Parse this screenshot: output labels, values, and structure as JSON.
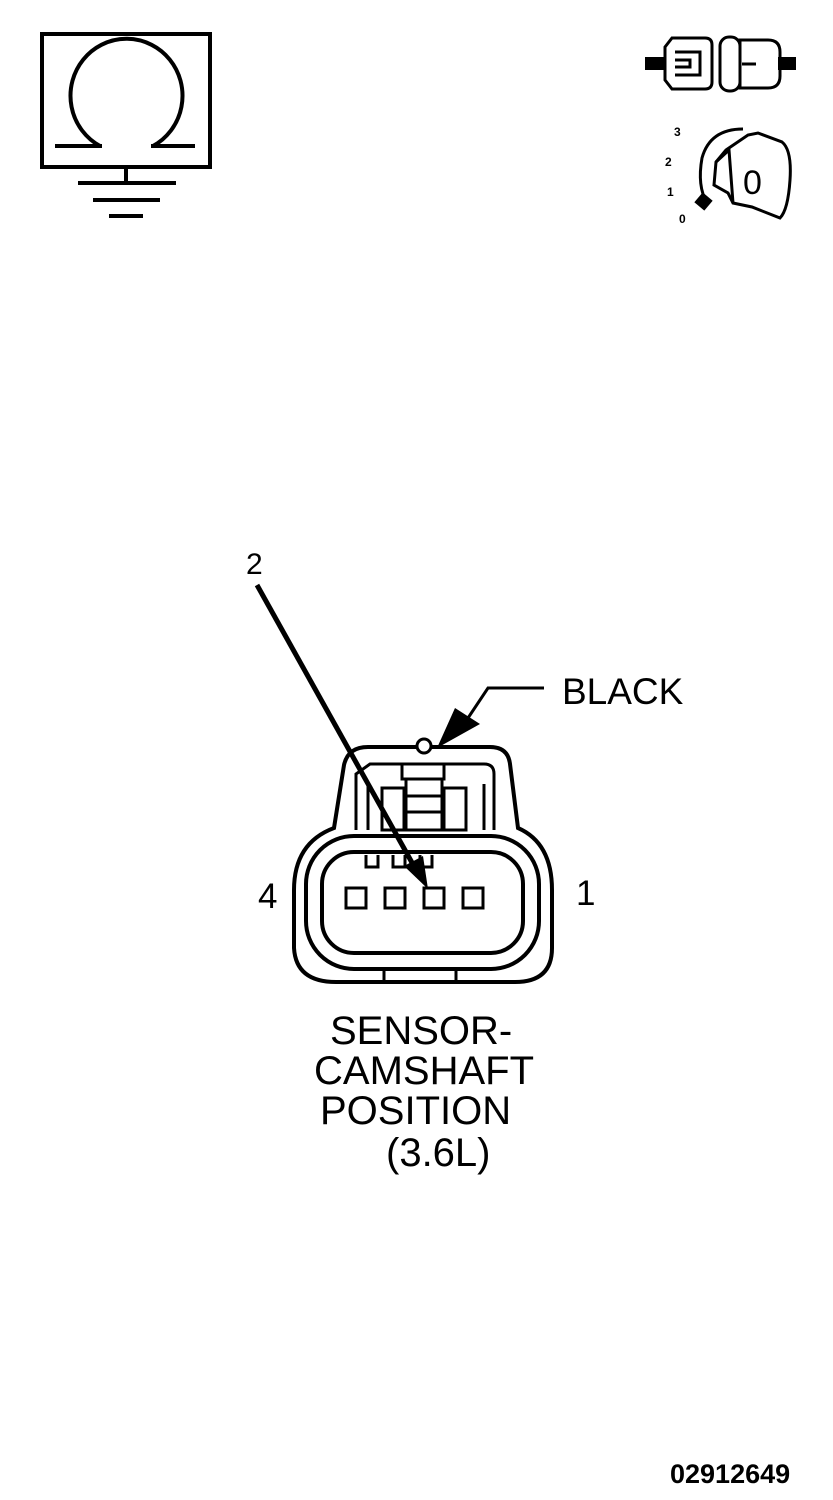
{
  "icons": {
    "ohmmeter": "ohmmeter-ground-icon",
    "connector": "connector-disconnect-icon",
    "ignition": "ignition-key-off-icon"
  },
  "ignition": {
    "positions": [
      "3",
      "2",
      "1",
      "0"
    ],
    "key_label": "0"
  },
  "connector": {
    "color_label": "BLACK",
    "pin_callout": "2",
    "pin_left": "4",
    "pin_right": "1",
    "title_lines": [
      "SENSOR-",
      "CAMSHAFT",
      "POSITION",
      "(3.6L)"
    ]
  },
  "figure_id": "02912649",
  "colors": {
    "ink": "#000000",
    "paper": "#ffffff"
  }
}
